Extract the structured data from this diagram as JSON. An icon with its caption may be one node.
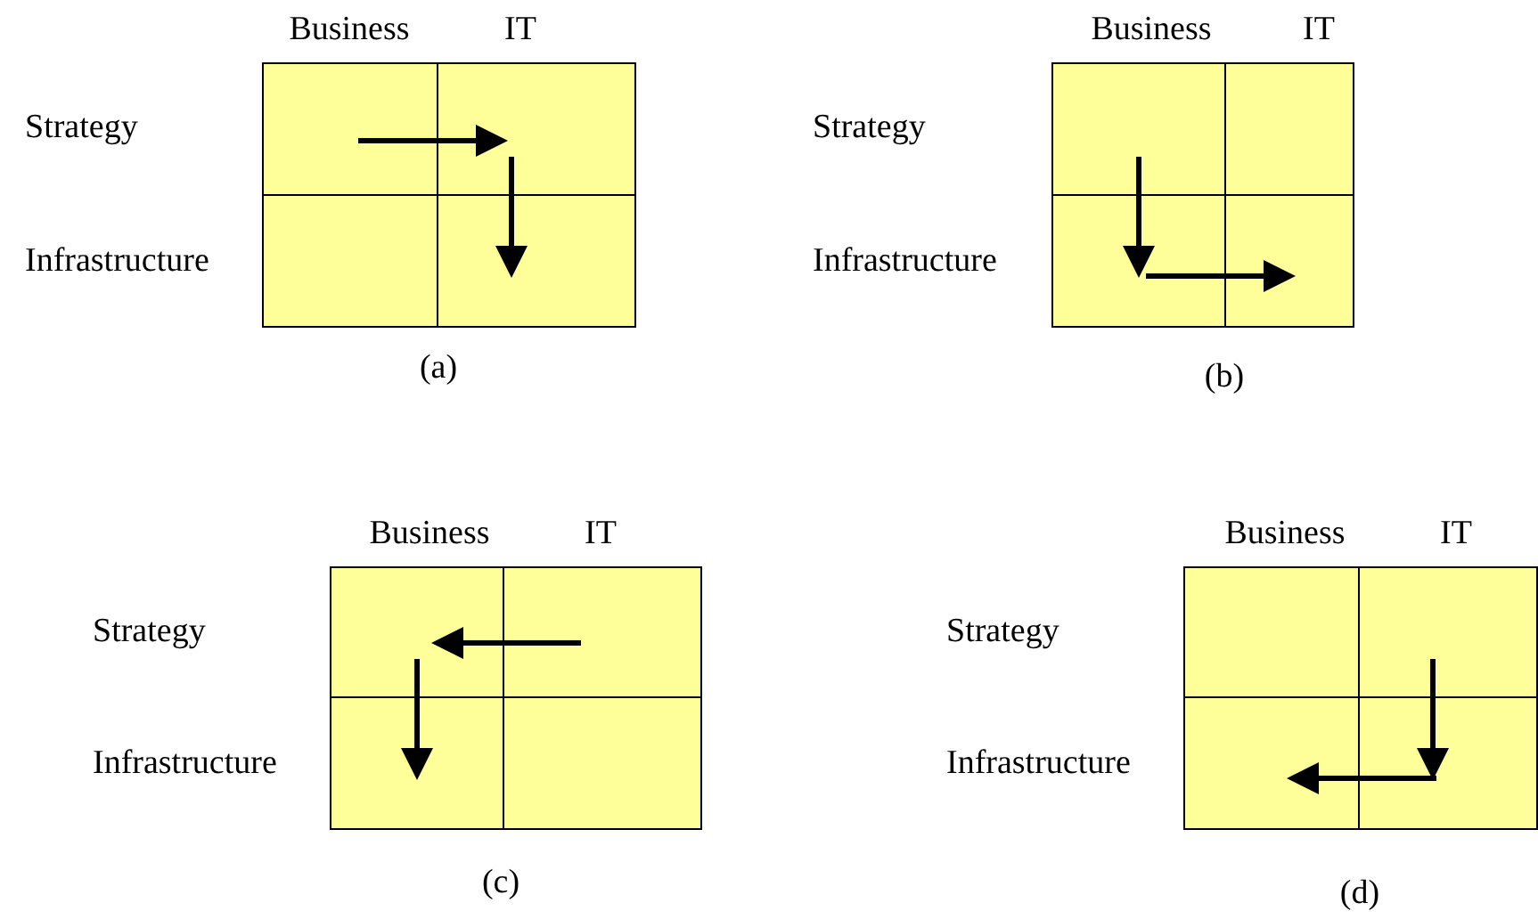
{
  "diagram": {
    "nodes": [
      {
        "text": [],
        "shape": "box"
      },
      {
        "text": [],
        "shape": "box"
      },
      {
        "text": [],
        "shape": "box"
      },
      {
        "text": [],
        "shape": "box"
      },
      {
        "text": [],
        "shape": "box"
      },
      {
        "text": [],
        "shape": "box"
      },
      {
        "text": [],
        "shape": "box"
      },
      {
        "text": [],
        "shape": "box"
      },
      {
        "text": [],
        "shape": "box"
      },
      {
        "text": [],
        "shape": "box"
      },
      {
        "text": [],
        "shape": "box"
      },
      {
        "text": [],
        "shape": "box"
      },
      {
        "text": [],
        "shape": "box"
      },
      {
        "text": [],
        "shape": "box"
      },
      {
        "text": [],
        "shape": "box"
      },
      {
        "text": [],
        "shape": "box"
      }
    ],
    "edges": [
      {
        "from": 0,
        "to": 1,
        "arrow": "to"
      },
      {
        "from": 1,
        "to": 3,
        "arrow": "to"
      },
      {
        "from": 4,
        "to": 6,
        "arrow": "to"
      },
      {
        "from": 6,
        "to": 7,
        "arrow": "to"
      },
      {
        "from": 9,
        "to": 8,
        "arrow": "to"
      },
      {
        "from": 8,
        "to": 10,
        "arrow": "to"
      },
      {
        "from": 13,
        "to": 15,
        "arrow": "to"
      },
      {
        "from": 15,
        "to": 14,
        "arrow": "to"
      }
    ],
    "labels": [
      "Business",
      "IT",
      "Strategy",
      "Infrastructure",
      "(a)",
      "Business",
      "IT",
      "Strategy",
      "Infrastructure",
      "(b)",
      "Business",
      "IT",
      "Strategy",
      "Infrastructure",
      "(c)",
      "Business",
      "IT",
      "Strategy",
      "Infrastructure",
      "(d)"
    ]
  }
}
